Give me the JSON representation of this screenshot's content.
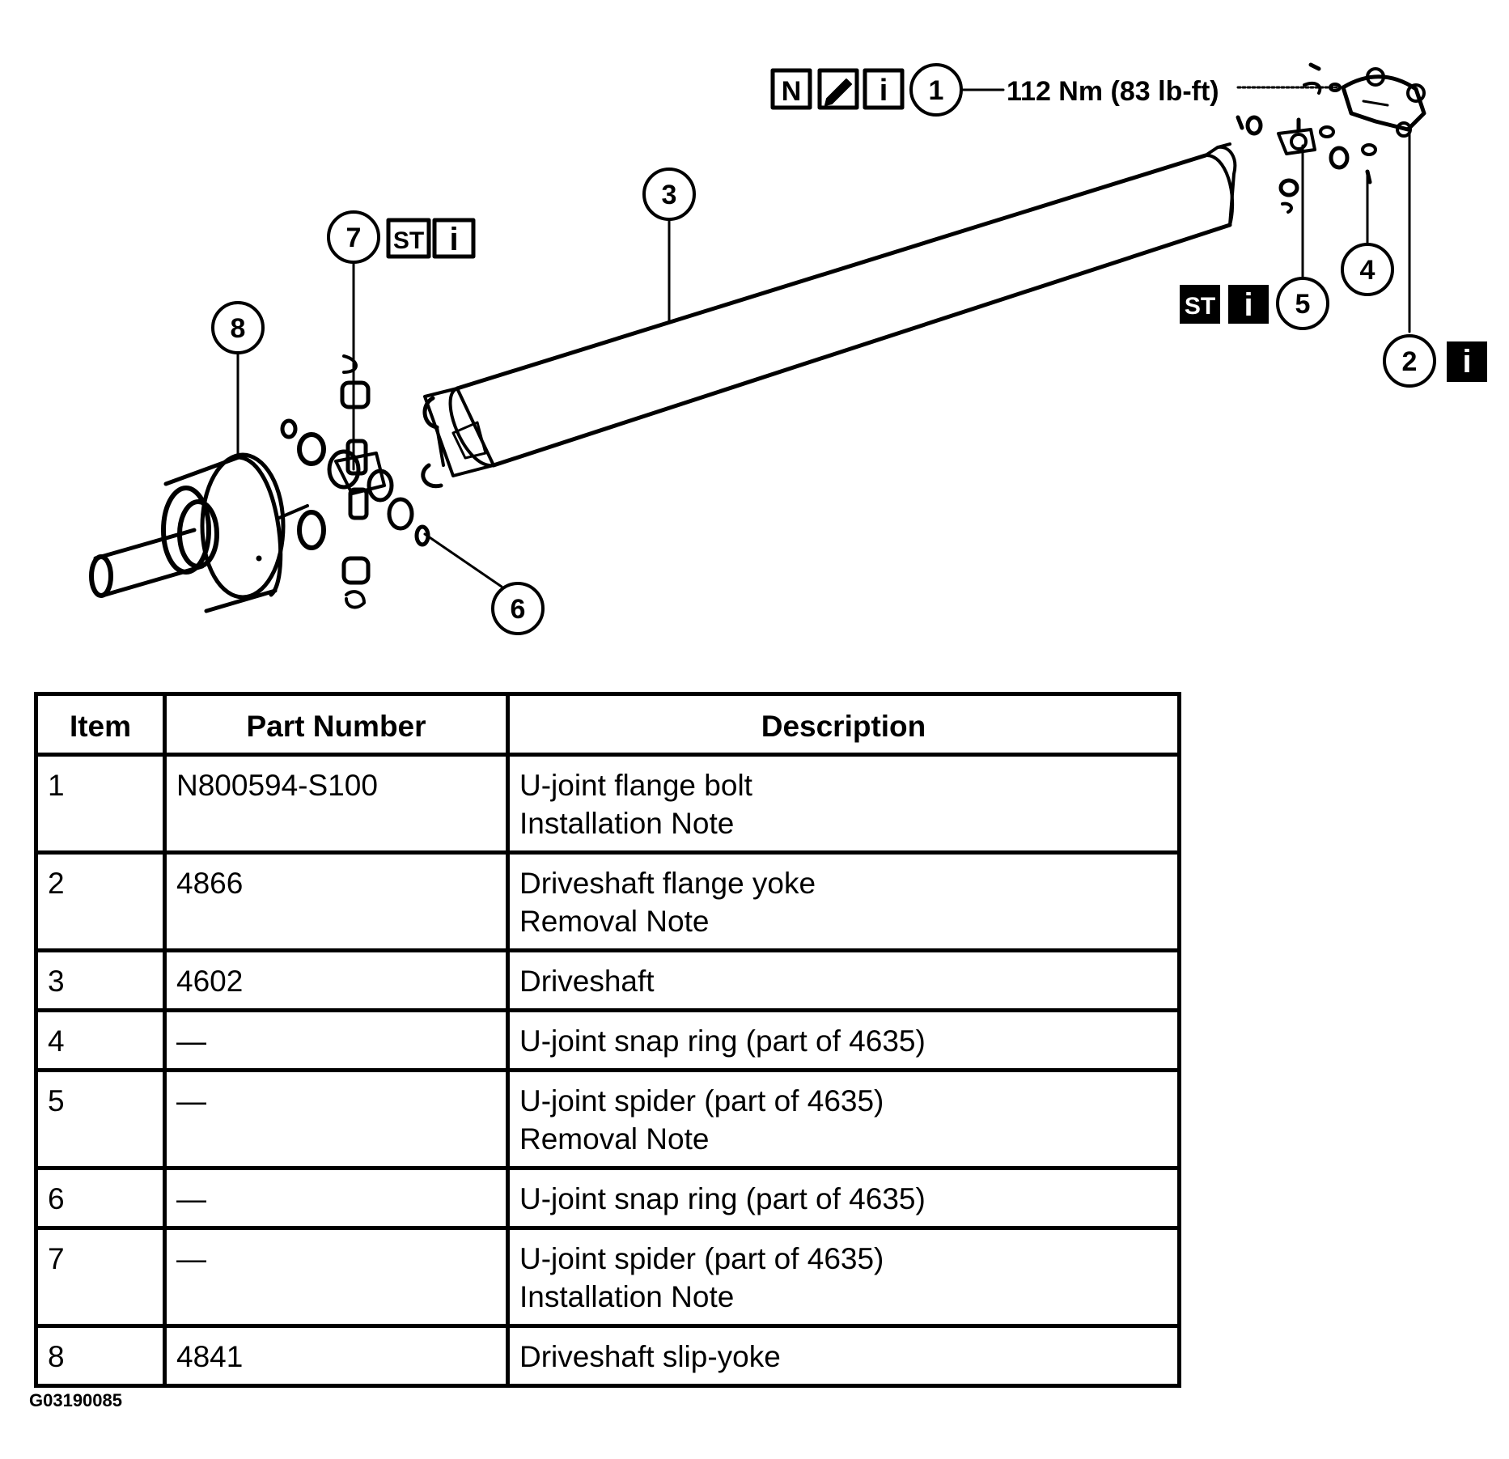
{
  "diagram": {
    "torque_spec": "112 Nm (83 lb-ft)",
    "callouts": [
      {
        "id": "1",
        "label": "1",
        "badges": [
          "N",
          "pencil-icon",
          "i"
        ]
      },
      {
        "id": "2",
        "label": "2",
        "badges": [
          "i"
        ]
      },
      {
        "id": "3",
        "label": "3",
        "badges": []
      },
      {
        "id": "4",
        "label": "4",
        "badges": []
      },
      {
        "id": "5",
        "label": "5",
        "badges": [
          "ST",
          "i"
        ]
      },
      {
        "id": "6",
        "label": "6",
        "badges": []
      },
      {
        "id": "7",
        "label": "7",
        "badges": [
          "ST",
          "i"
        ]
      },
      {
        "id": "8",
        "label": "8",
        "badges": []
      }
    ],
    "badge_labels": {
      "n": "N",
      "st": "ST",
      "info": "i"
    }
  },
  "table": {
    "headers": {
      "item": "Item",
      "part_number": "Part Number",
      "description": "Description"
    },
    "rows": [
      {
        "item": "1",
        "part_number": "N800594-S100",
        "description": [
          "U-joint flange bolt",
          "Installation Note"
        ]
      },
      {
        "item": "2",
        "part_number": "4866",
        "description": [
          "Driveshaft flange yoke",
          "Removal Note"
        ]
      },
      {
        "item": "3",
        "part_number": "4602",
        "description": [
          "Driveshaft"
        ]
      },
      {
        "item": "4",
        "part_number": "—",
        "description": [
          "U-joint snap ring (part of 4635)"
        ]
      },
      {
        "item": "5",
        "part_number": "—",
        "description": [
          "U-joint spider (part of 4635)",
          "Removal Note"
        ]
      },
      {
        "item": "6",
        "part_number": "—",
        "description": [
          "U-joint snap ring (part of 4635)"
        ]
      },
      {
        "item": "7",
        "part_number": "—",
        "description": [
          "U-joint spider (part of 4635)",
          "Installation Note"
        ]
      },
      {
        "item": "8",
        "part_number": "4841",
        "description": [
          "Driveshaft slip-yoke"
        ]
      }
    ]
  },
  "figure_id": "G03190085"
}
